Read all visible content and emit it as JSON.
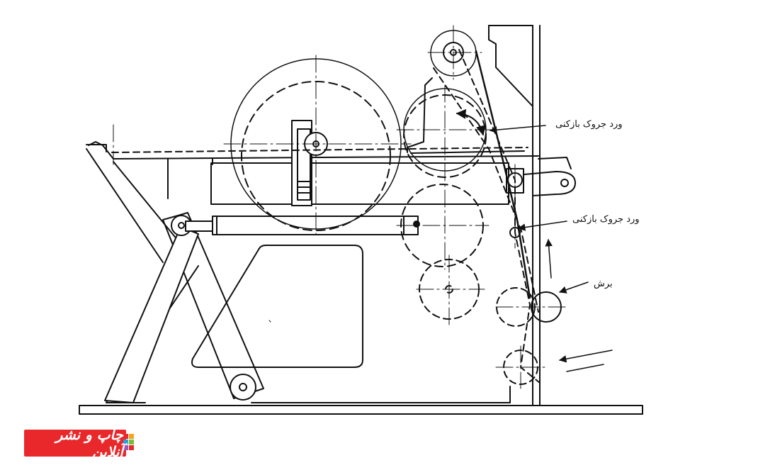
{
  "labels": {
    "upper_wrinkle_sheet": "ورد جروک بازکنی",
    "lower_wrinkle_sheet": "ورد جروک بازکنی",
    "cut": "برش"
  },
  "logo": {
    "text": "چاپ و نشر آنلاین",
    "color": "#e8282b"
  },
  "colors": {
    "ink": "#111111",
    "background": "#ffffff"
  }
}
